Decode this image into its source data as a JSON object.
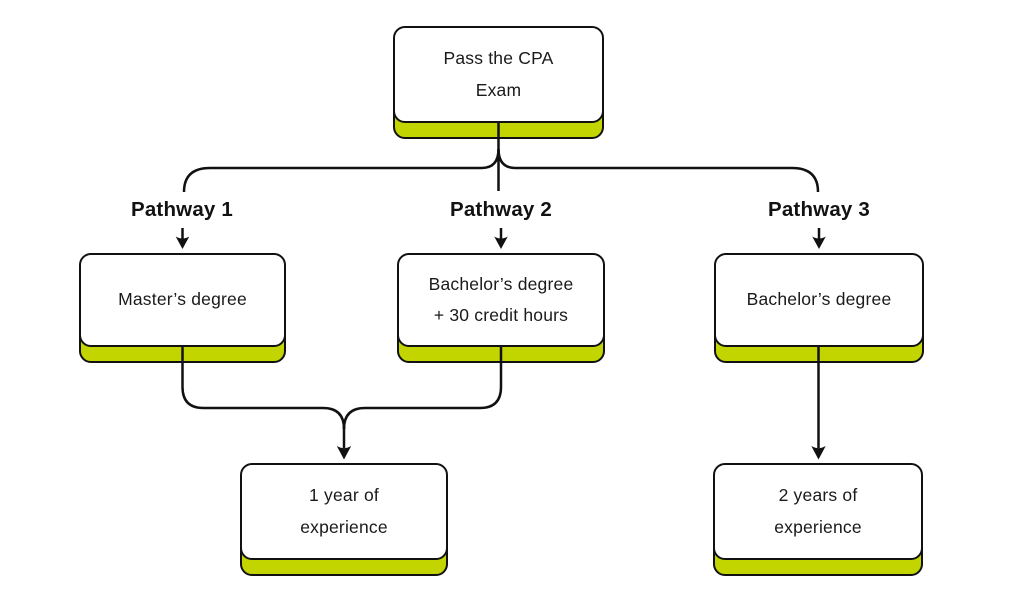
{
  "colors": {
    "accent_green": "#c2d500",
    "line": "#111111",
    "node_bg": "#ffffff",
    "canvas_bg": "#ffffff"
  },
  "nodes": {
    "exam": {
      "lines": [
        "Pass the CPA",
        "Exam"
      ]
    },
    "masters": {
      "lines": [
        "Master’s degree"
      ]
    },
    "bachelors_plus30": {
      "lines": [
        "Bachelor’s degree",
        "+ 30 credit hours"
      ]
    },
    "bachelors": {
      "lines": [
        "Bachelor’s degree"
      ]
    },
    "experience1": {
      "lines": [
        "1 year of",
        "experience"
      ]
    },
    "experience2": {
      "lines": [
        "2 years of",
        "experience"
      ]
    }
  },
  "labels": {
    "pathway1": "Pathway 1",
    "pathway2": "Pathway 2",
    "pathway3": "Pathway 3"
  },
  "edges": [
    {
      "from": "exam",
      "to": "masters",
      "label": "Pathway 1"
    },
    {
      "from": "exam",
      "to": "bachelors_plus30",
      "label": "Pathway 2"
    },
    {
      "from": "exam",
      "to": "bachelors",
      "label": "Pathway 3"
    },
    {
      "from": "masters",
      "to": "experience1"
    },
    {
      "from": "bachelors_plus30",
      "to": "experience1"
    },
    {
      "from": "bachelors",
      "to": "experience2"
    }
  ]
}
